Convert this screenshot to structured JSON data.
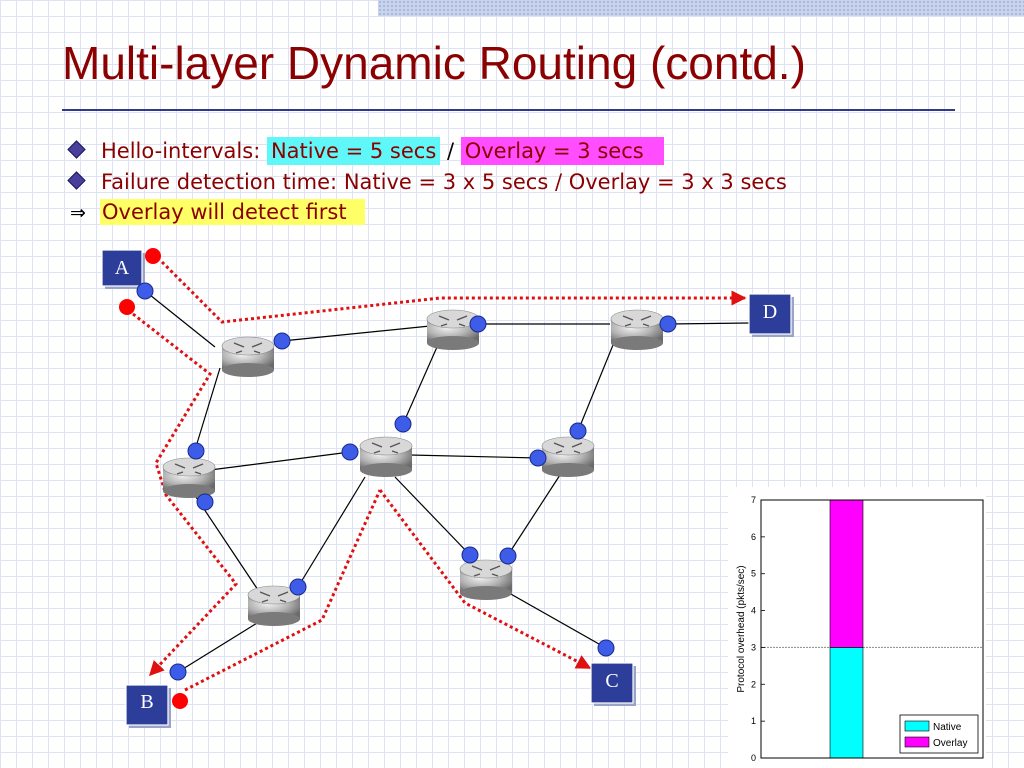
{
  "slide": {
    "title": "Multi-layer Dynamic Routing (contd.)",
    "bullets": {
      "b1_prefix": "Hello-intervals: ",
      "b1_native": "Native = 5 secs",
      "b1_sep": " / ",
      "b1_overlay": "Overlay = 3 secs",
      "b2": "Failure detection time: Native = 3 x 5 secs / Overlay = 3 x 3 secs",
      "b3_symbol": "⇒",
      "b3": "Overlay will detect first"
    }
  },
  "diagram": {
    "nodes": {
      "A": "A",
      "B": "B",
      "C": "C",
      "D": "D"
    },
    "colors": {
      "host": "#2c3e99",
      "dot_blue": "#3d5ce8",
      "dot_red": "#ff0000",
      "path": "#e01010"
    }
  },
  "chart_data": {
    "type": "bar",
    "ylabel": "Protocol overhead (pkts/sec)",
    "ylim": [
      0,
      7
    ],
    "yticks": [
      "0",
      "1",
      "2",
      "3",
      "4",
      "5",
      "6",
      "7"
    ],
    "series": [
      {
        "name": "Native",
        "values": [
          3
        ],
        "color": "#00ffff"
      },
      {
        "name": "Overlay",
        "values": [
          4
        ],
        "color": "#ff00ff"
      }
    ],
    "legend": "bottom-right"
  }
}
